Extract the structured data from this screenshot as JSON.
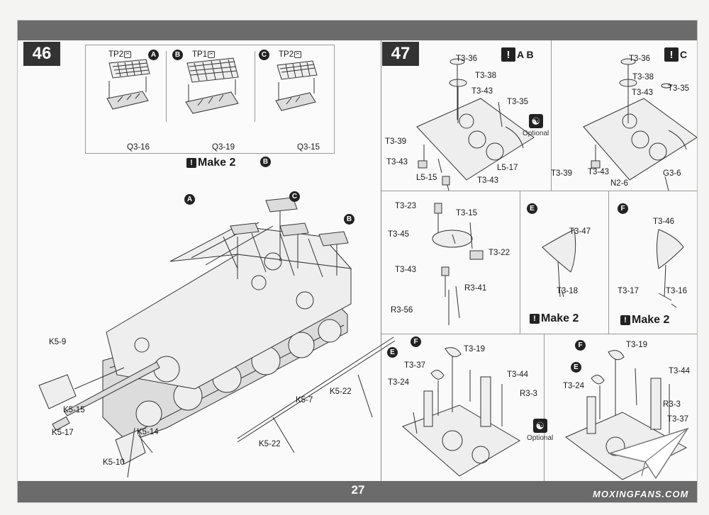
{
  "page_number": "27",
  "watermark": "MOXINGFANS.COM",
  "step46": {
    "number": "46",
    "variants": {
      "a": {
        "letter": "A",
        "top": "TP2",
        "bottom": "Q3-16"
      },
      "b": {
        "letter": "B",
        "top": "TP1",
        "bottom": "Q3-19"
      },
      "c": {
        "letter": "C",
        "top": "TP2",
        "bottom": "Q3-15"
      }
    },
    "make": "Make 2",
    "callouts": [
      "A",
      "B",
      "C",
      "B"
    ],
    "labels": {
      "k5_9": "K5-9",
      "k5_15": "K5-15",
      "k5_17": "K5-17",
      "k5_14": "K5-14",
      "k5_10": "K5-10",
      "k5_7": "K5-7",
      "k5_22a": "K5-22",
      "k5_22b": "K5-22"
    }
  },
  "step47": {
    "number": "47",
    "optional": "Optional",
    "ab": {
      "tag": "A B",
      "labels": [
        "T3-36",
        "T3-38",
        "T3-43",
        "T3-35",
        "T3-39",
        "T3-43",
        "L5-15",
        "T3-43",
        "L5-17"
      ]
    },
    "c": {
      "tag": "C",
      "labels": [
        "T3-36",
        "T3-38",
        "T3-35",
        "T3-43",
        "T3-39",
        "T3-43",
        "N2-6",
        "G3-6"
      ]
    },
    "mid": {
      "labels": [
        "T3-23",
        "T3-15",
        "T3-45",
        "T3-22",
        "T3-43",
        "R3-41",
        "R3-56"
      ]
    },
    "e": {
      "letter": "E",
      "labels": [
        "T3-47",
        "T3-18"
      ],
      "make": "Make 2"
    },
    "f": {
      "letter": "F",
      "labels": [
        "T3-46",
        "T3-17",
        "T3-16"
      ],
      "make": "Make 2"
    },
    "bl": {
      "labels": [
        "F",
        "T3-19",
        "E",
        "T3-37",
        "T3-44",
        "T3-24",
        "R3-3"
      ]
    },
    "br": {
      "labels": [
        "F",
        "T3-19",
        "E",
        "T3-44",
        "T3-24",
        "R3-3",
        "T3-37"
      ]
    }
  }
}
